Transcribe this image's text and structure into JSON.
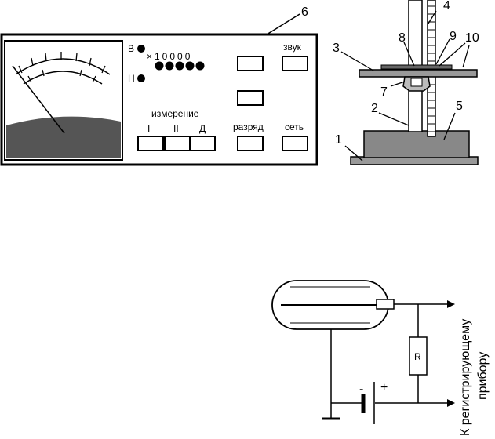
{
  "panel": {
    "callout": "6",
    "indicator_top": "В",
    "indicator_bottom": "Н",
    "multiplier": "×10000",
    "measure_group_label": "измерение",
    "measure_keys": [
      "I",
      "II",
      "Д"
    ],
    "sound_label": "звук",
    "discharge_label": "разряд",
    "power_label": "сеть"
  },
  "stand": {
    "callouts": [
      "1",
      "2",
      "3",
      "4",
      "5",
      "7",
      "8",
      "9",
      "10"
    ]
  },
  "circuit": {
    "resistor_label": "R",
    "minus_label": "-",
    "plus_label": "+",
    "output_label_line1": "К регистрирующему",
    "output_label_line2": "прибору"
  }
}
